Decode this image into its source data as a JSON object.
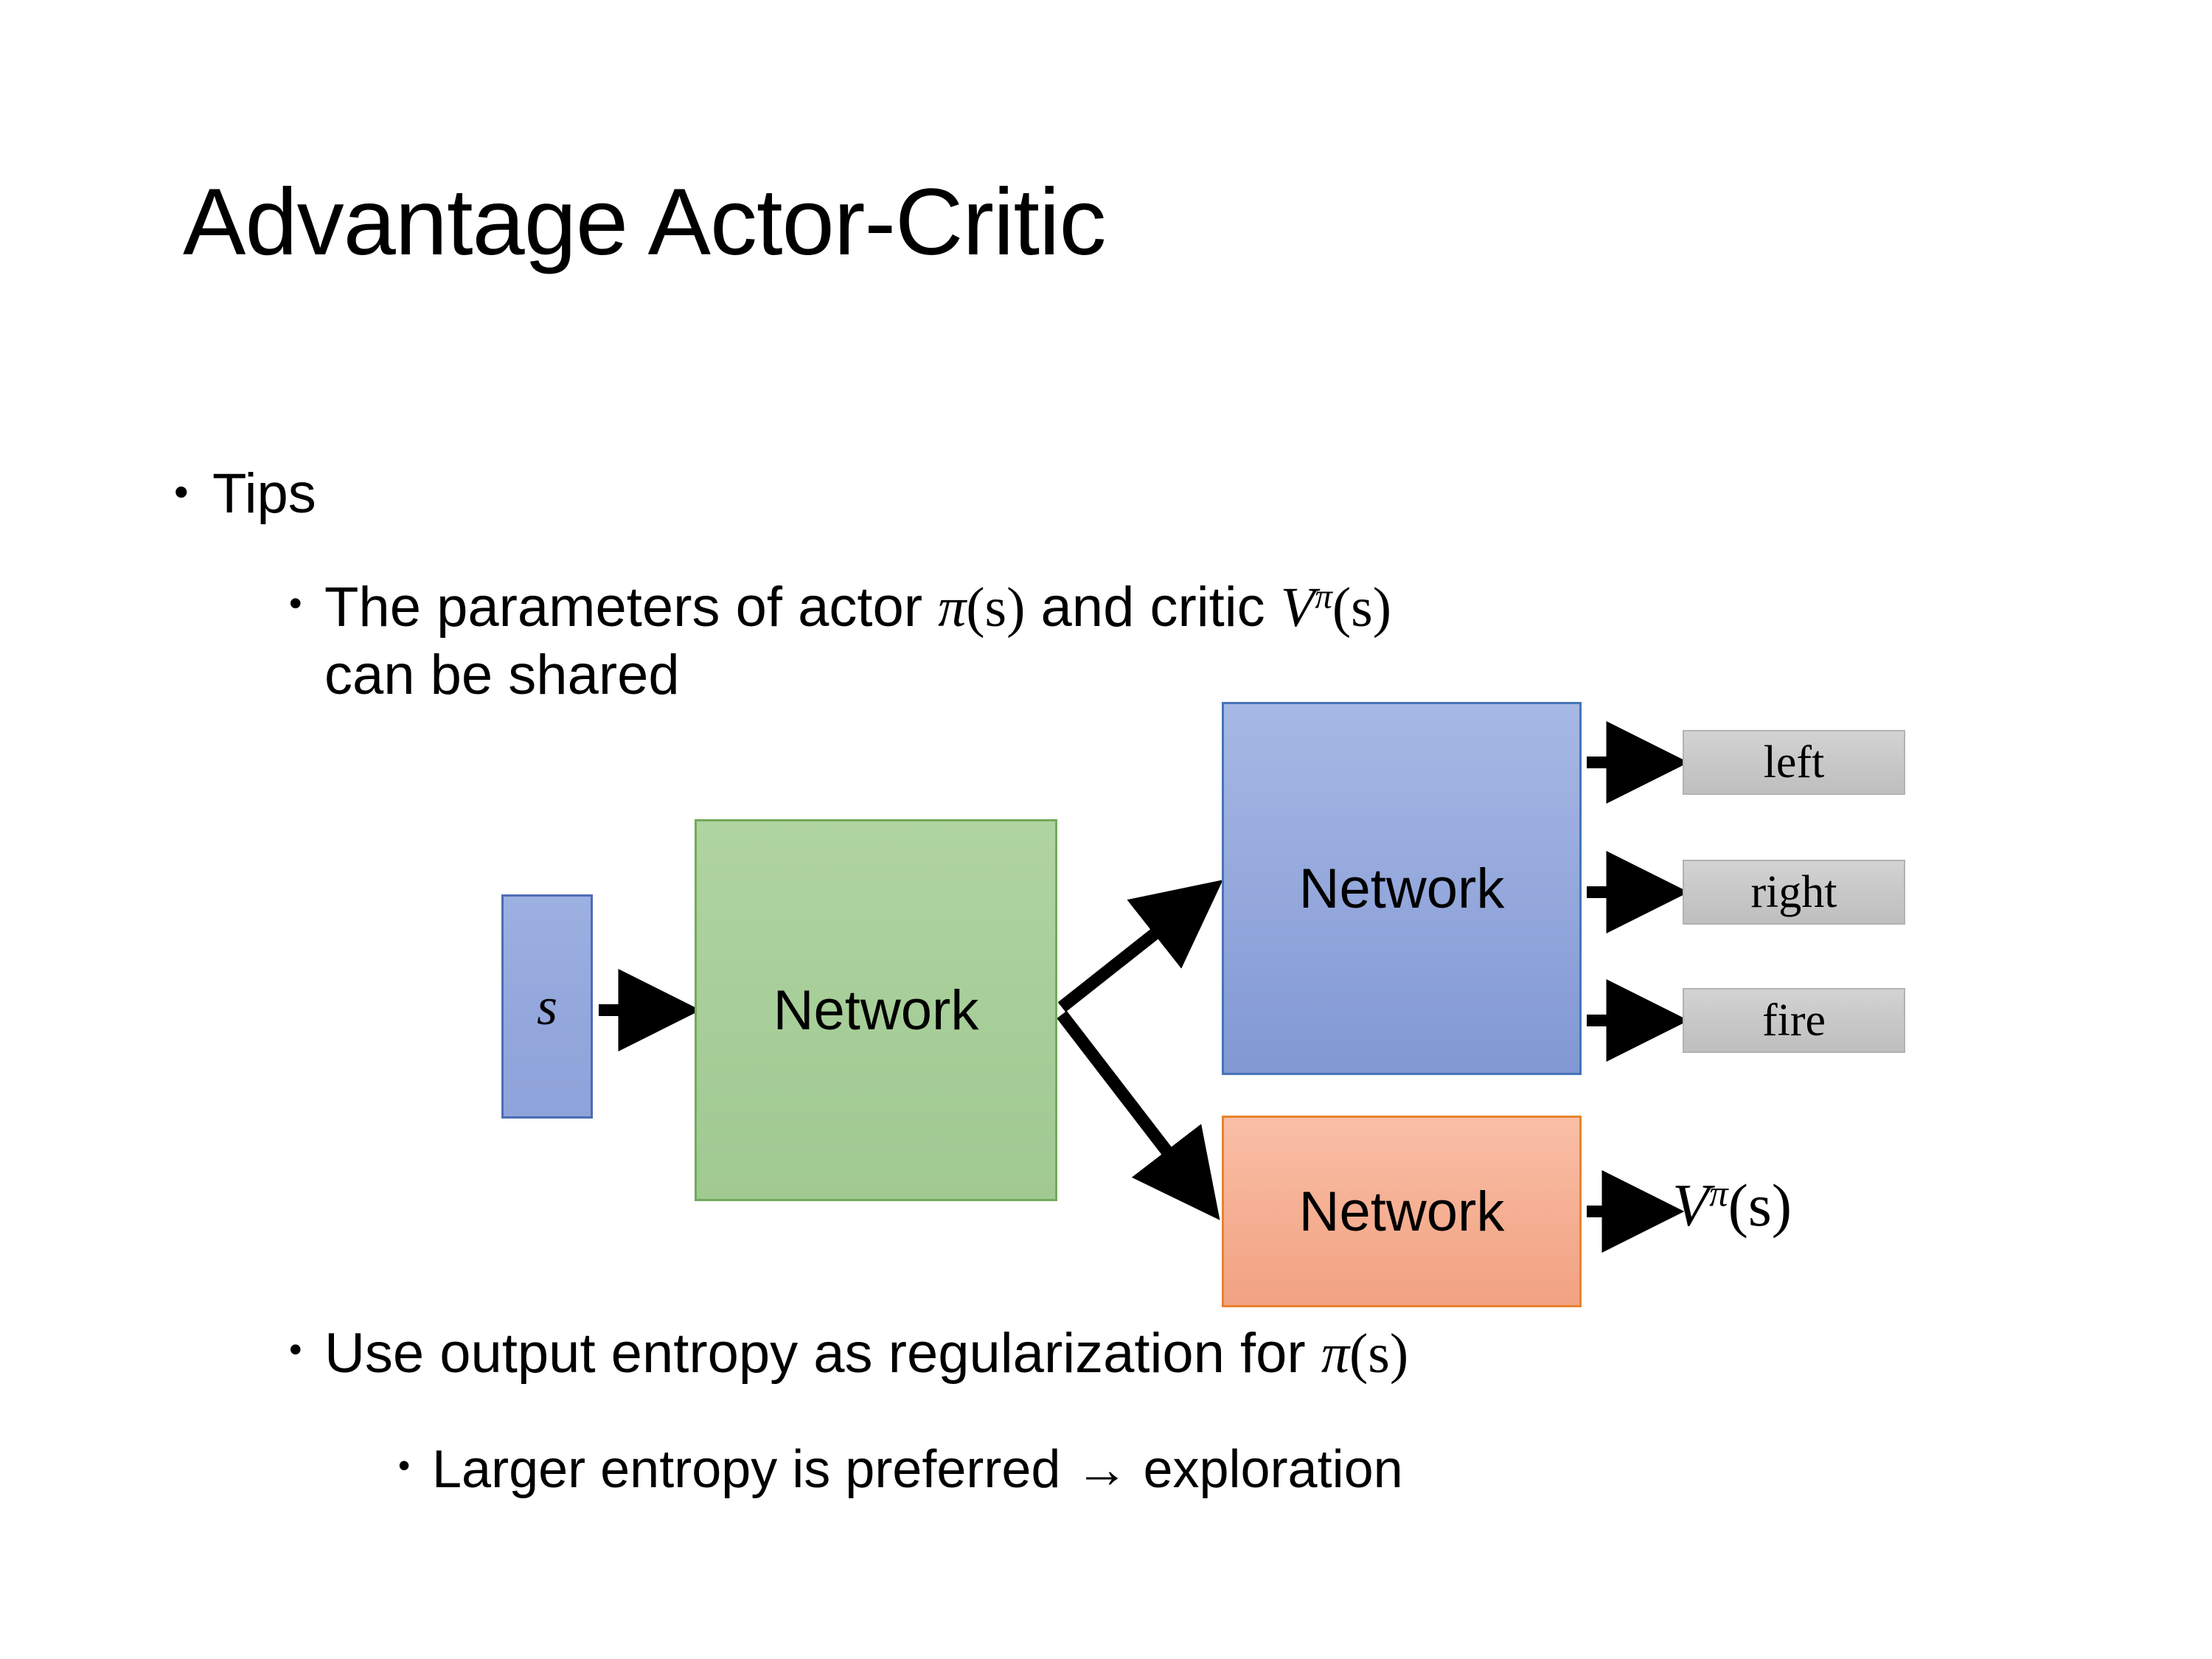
{
  "slide": {
    "title": "Advantage Actor-Critic",
    "background_color": "#FFFFFF",
    "text_color": "#000000"
  },
  "bullets": {
    "tips": {
      "marker": "•",
      "text": "Tips"
    },
    "parameters": {
      "marker": "•",
      "prefix": "The parameters of actor ",
      "math_actor_pi": "π",
      "math_actor_args": "(s)",
      "middle": "  and critic ",
      "math_critic_v": "V",
      "math_critic_sup": "π",
      "math_critic_args": "(s)",
      "line2": "can be shared"
    },
    "entropy": {
      "marker": "•",
      "prefix": "Use output entropy as regularization for ",
      "math_pi": "π",
      "math_args": "(s)"
    },
    "larger": {
      "marker": "•",
      "text": "Larger entropy is preferred → exploration"
    }
  },
  "diagram": {
    "input_node": {
      "label": "s",
      "fill": "#93A7DC",
      "border": "#4D6CB5"
    },
    "shared_network": {
      "label": "Network",
      "fill": "#A6CD97",
      "border": "#71AA5C"
    },
    "actor_network": {
      "label": "Network",
      "fill": "#93A7DC",
      "border": "#4674B8"
    },
    "critic_network": {
      "label": "Network",
      "fill": "#F5AE91",
      "border": "#E8832E"
    },
    "actions": [
      {
        "label": "left",
        "fill": "#C8C8C8",
        "border": "#B2B2B2"
      },
      {
        "label": "right",
        "fill": "#C8C8C8",
        "border": "#B2B2B2"
      },
      {
        "label": "fire",
        "fill": "#C8C8C8",
        "border": "#B2B2B2"
      }
    ],
    "critic_output": {
      "symbol": "V",
      "superscript": "π",
      "argument": "(s)"
    },
    "arrow_color": "#000000",
    "arrows": [
      {
        "name": "s-to-shared",
        "from": "input_node",
        "to": "shared_network"
      },
      {
        "name": "shared-to-actor",
        "from": "shared_network",
        "to": "actor_network"
      },
      {
        "name": "shared-to-critic",
        "from": "shared_network",
        "to": "critic_network"
      },
      {
        "name": "actor-to-left",
        "from": "actor_network",
        "to": "action-left"
      },
      {
        "name": "actor-to-right",
        "from": "actor_network",
        "to": "action-right"
      },
      {
        "name": "actor-to-fire",
        "from": "actor_network",
        "to": "action-fire"
      },
      {
        "name": "critic-to-value",
        "from": "critic_network",
        "to": "critic_output"
      }
    ]
  }
}
